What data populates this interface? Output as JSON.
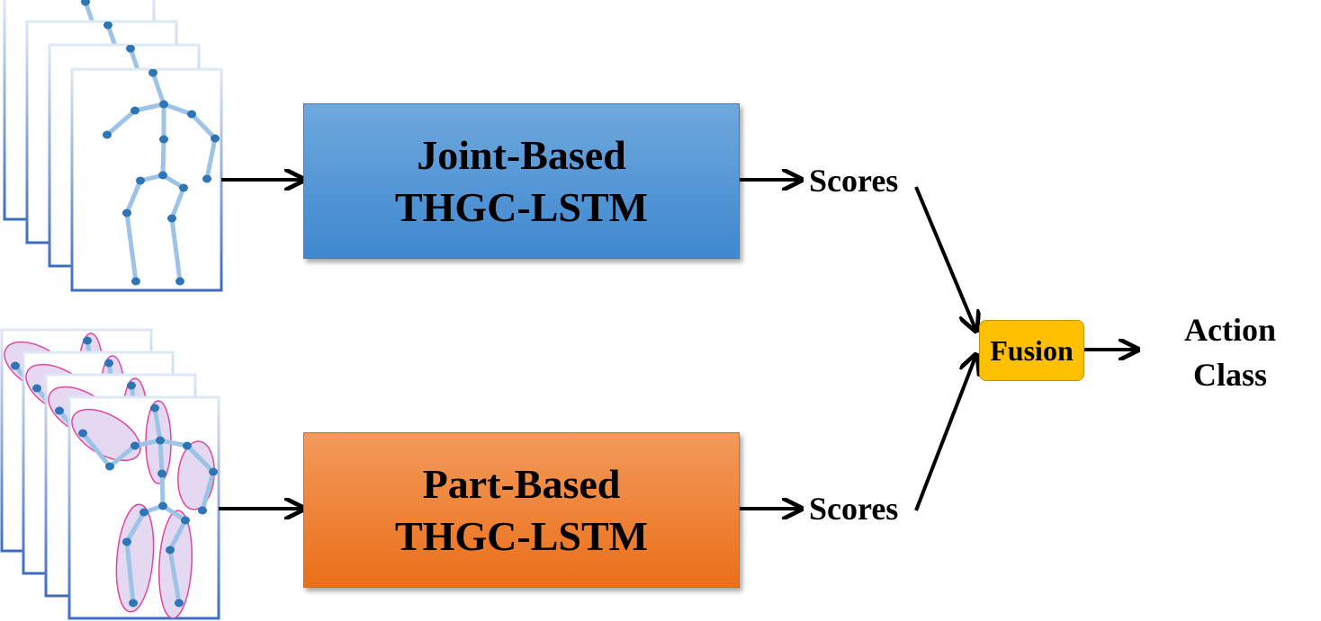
{
  "joint_block": {
    "line1": "Joint-Based",
    "line2": "THGC-LSTM"
  },
  "part_block": {
    "line1": "Part-Based",
    "line2": "THGC-LSTM"
  },
  "scores_top": "Scores",
  "scores_bottom": "Scores",
  "fusion": "Fusion",
  "output": {
    "line1": "Action",
    "line2": "Class"
  },
  "colors": {
    "joint_block": "#4a8fd3",
    "part_block": "#ee7b2c",
    "fusion": "#ffc000",
    "skeleton_bone": "#9dc3e6",
    "skeleton_joint": "#2e75b6",
    "part_ellipse_fill": "#e2d4f0",
    "part_ellipse_stroke": "#e0479e",
    "frame_border": "#7f9fd6",
    "arrow": "#000000"
  },
  "icons": [
    "skeleton-frame-stack-icon",
    "part-skeleton-frame-stack-icon"
  ]
}
